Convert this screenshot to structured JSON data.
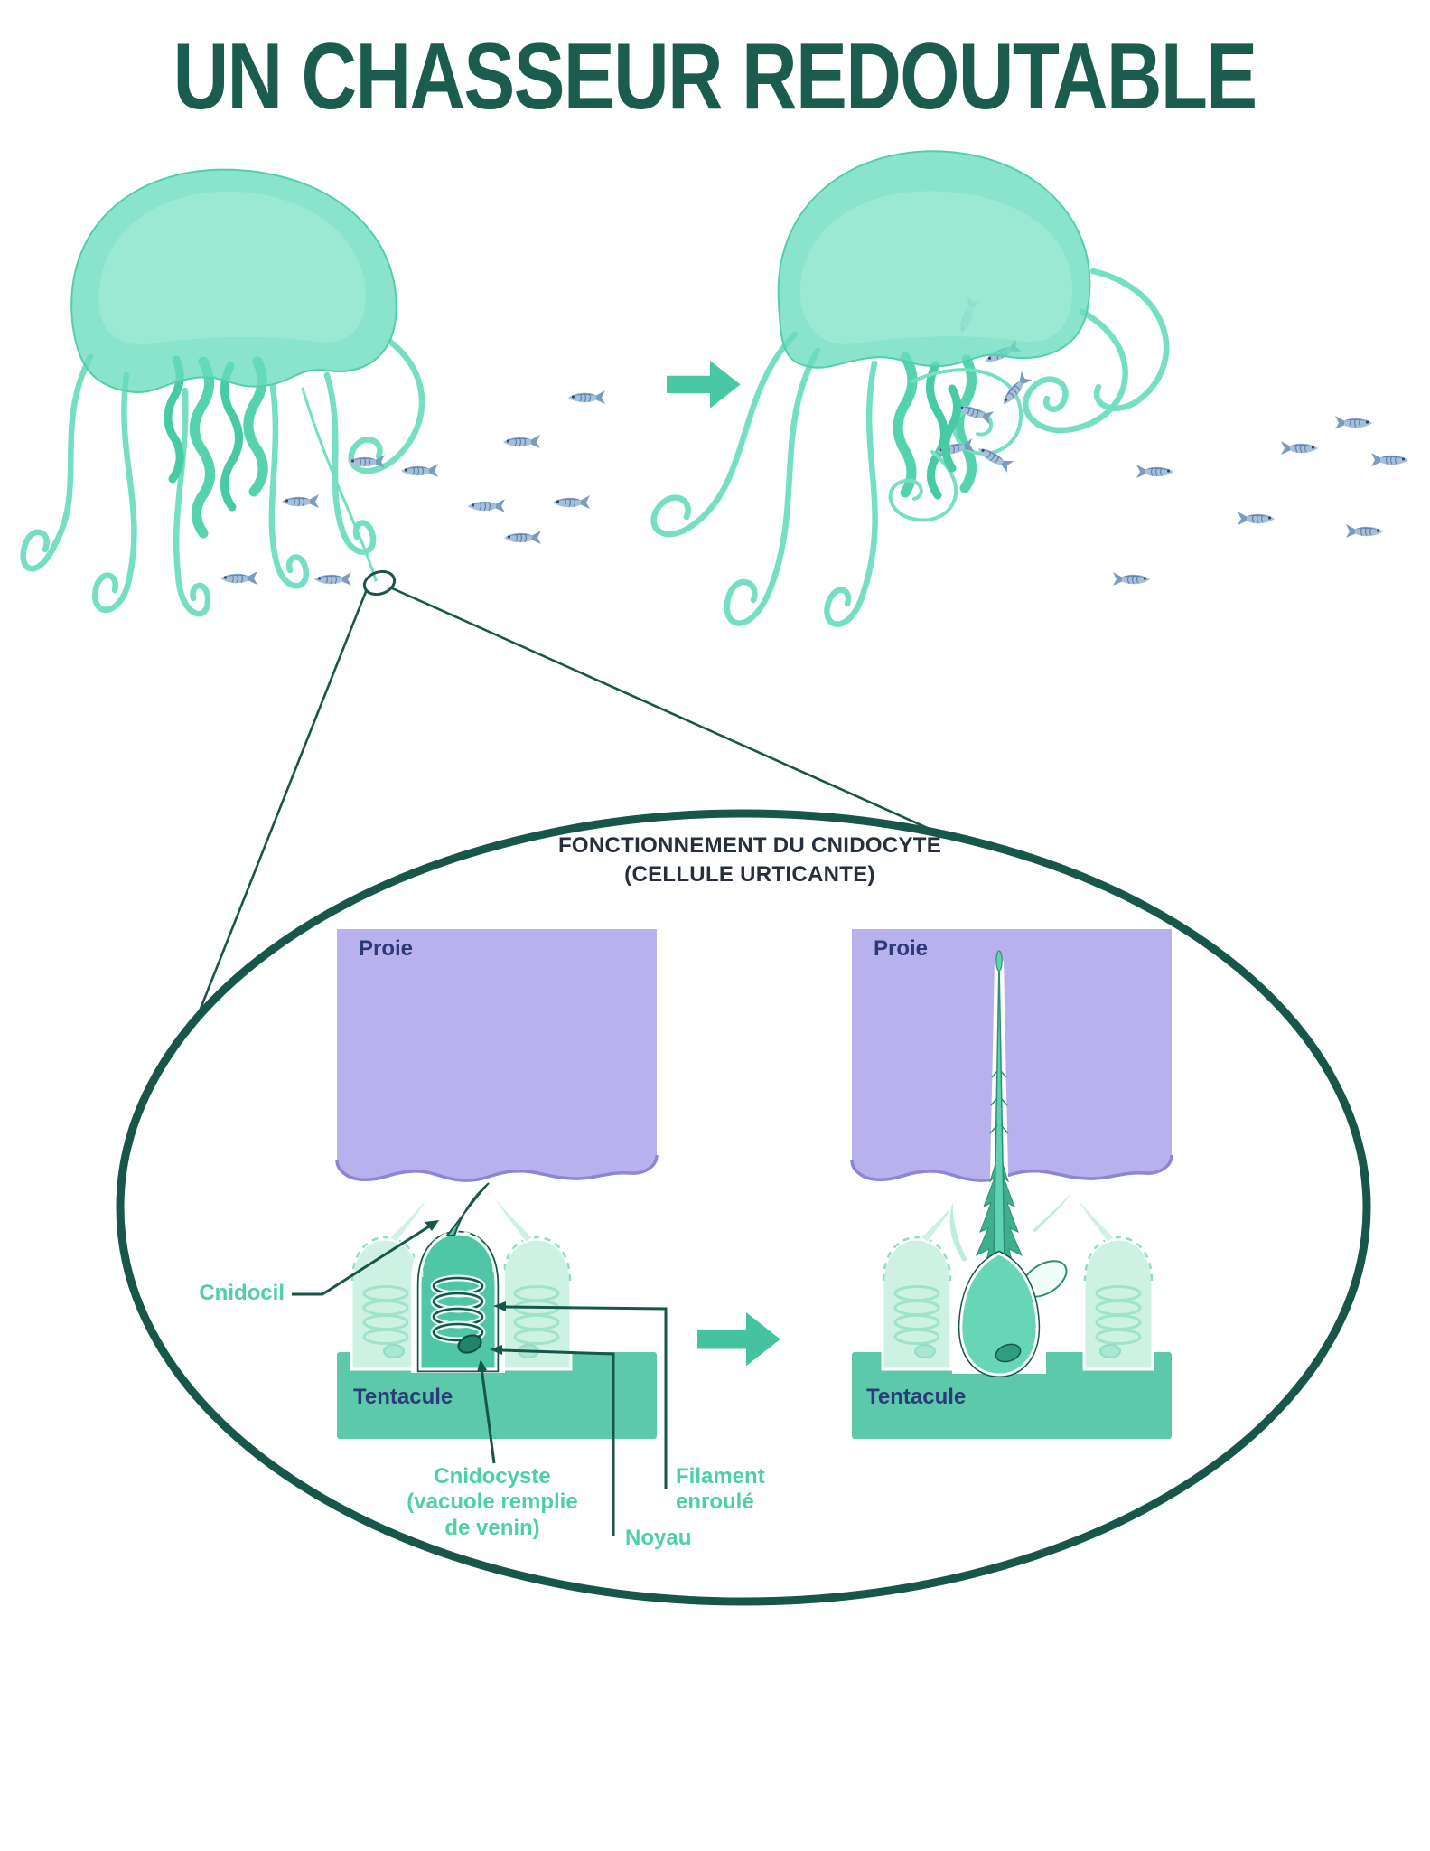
{
  "page": {
    "title": "UN CHASSEUR REDOUTABLE"
  },
  "zoom": {
    "title": "FONCTIONNEMENT DU CNIDOCYTE\n(CELLULE URTICANTE)",
    "panels": {
      "left": {
        "prey": "Proie",
        "tentacle": "Tentacule"
      },
      "right": {
        "prey": "Proie",
        "tentacle": "Tentacule"
      }
    },
    "labels": {
      "cnidocil": "Cnidocil",
      "cnidocyste": "Cnidocyste\n(vacuole remplie\nde venin)",
      "filament": "Filament\nenroulé",
      "noyau": "Noyau"
    }
  },
  "colors": {
    "title_green": "#1a5d4e",
    "outline_dark_teal": "#17564a",
    "jellyfish_mint": "#68dcbd",
    "arrow_teal": "#45c3a0",
    "prey_purple": "#b8b1ee",
    "prey_purple_edge": "#8d85d6",
    "prey_label_navy": "#2c3a7a",
    "annotation_green": "#4ed0a7",
    "tentacle_band_teal": "#5cc9ab",
    "fish_blue": "#9fbcda"
  }
}
